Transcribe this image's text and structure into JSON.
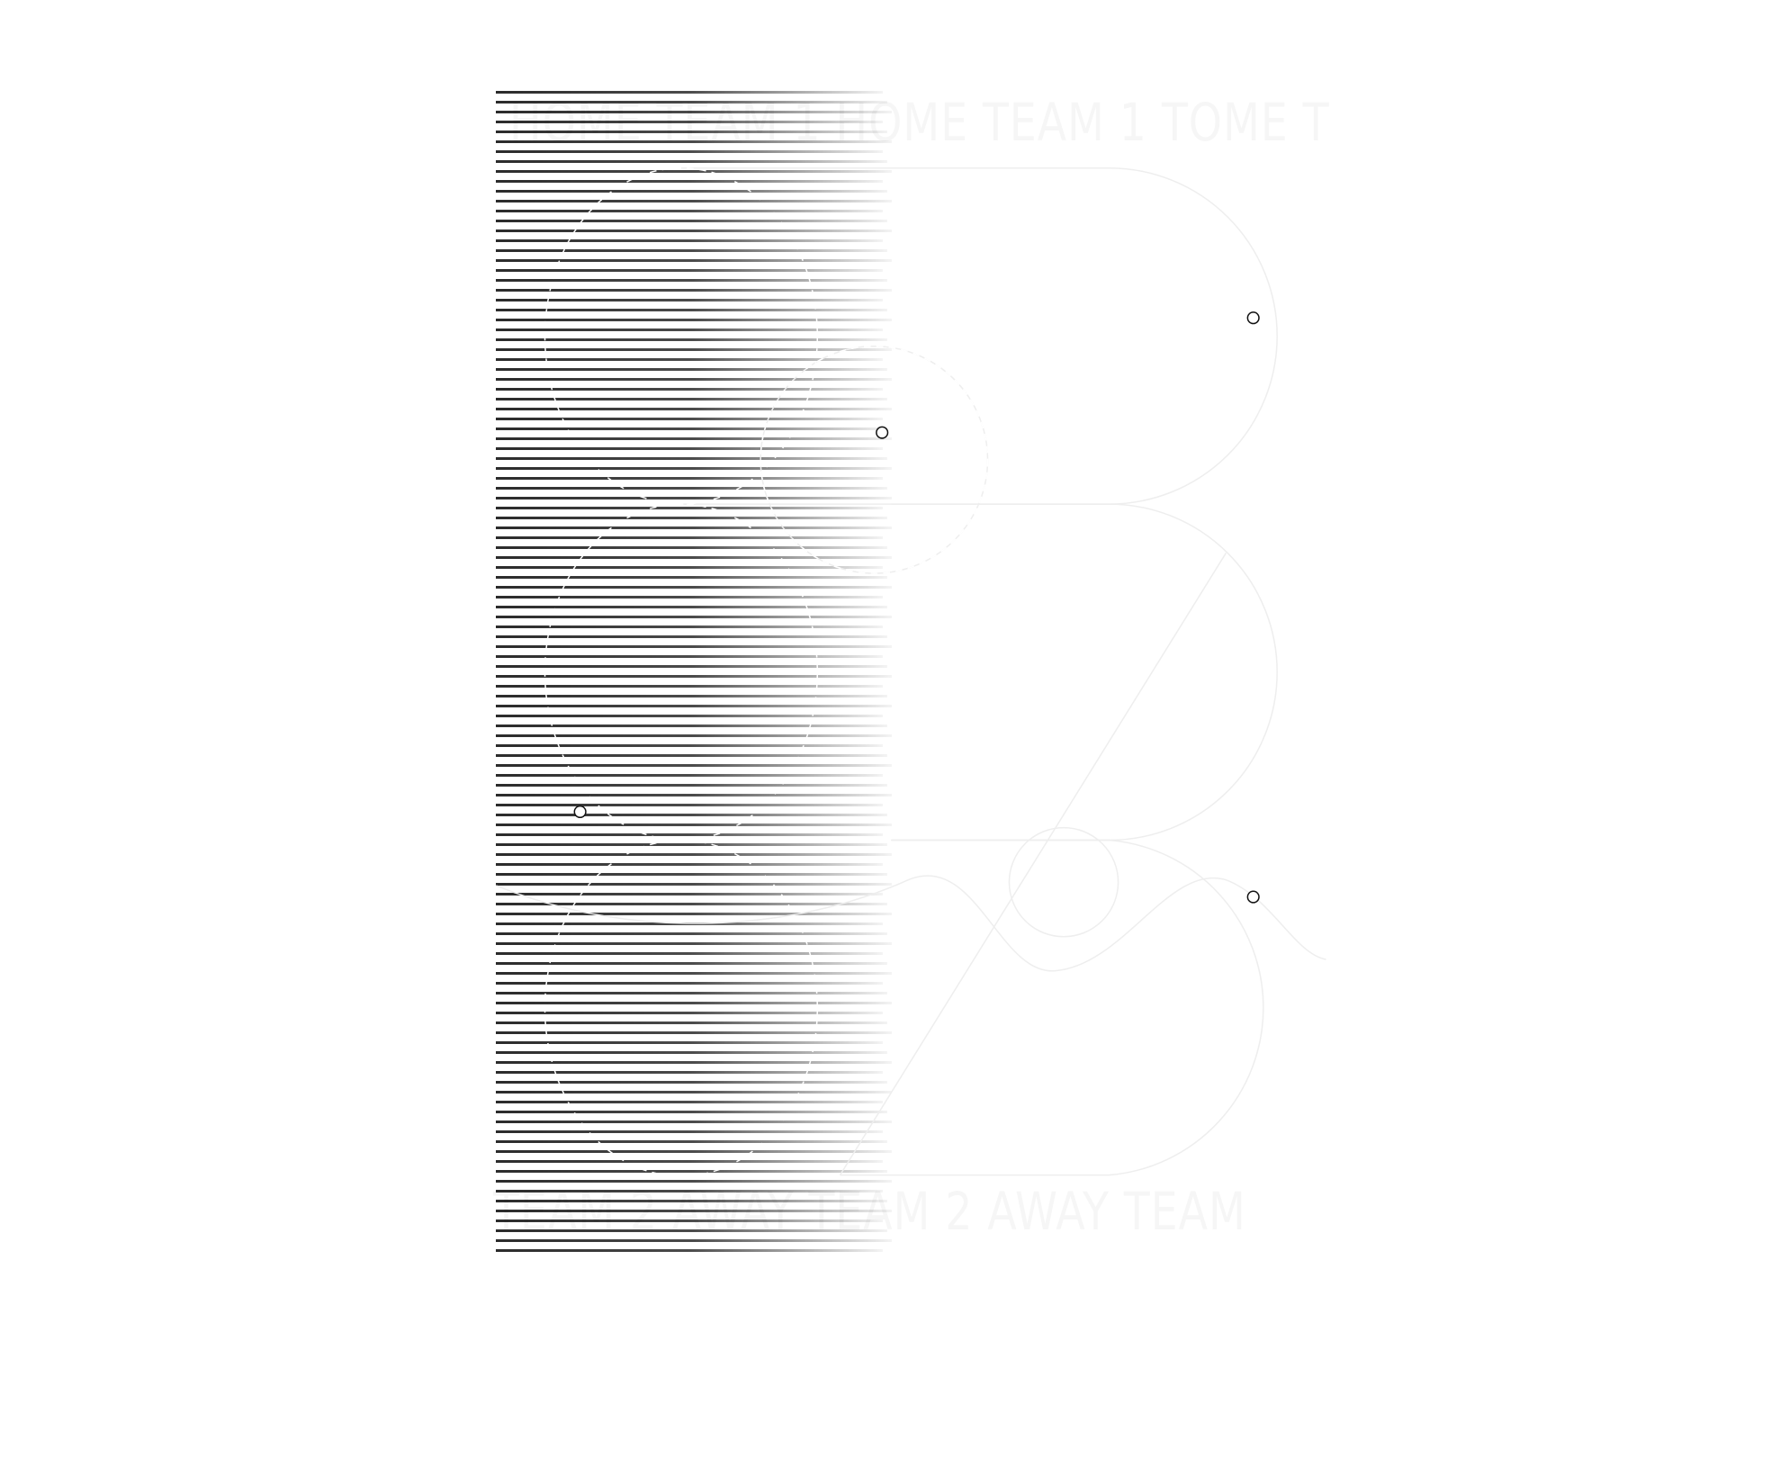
{
  "watermark": {
    "top_text": "HOME TEAM 1 HOME TEAM 1 TOME T",
    "bottom_text": "TEAM 2 AWAY TEAM 2 AWAY TEAM"
  },
  "style": {
    "stripe_color": "#2b2b2b",
    "outline_color": "#eeeeee",
    "marker_color": "#111111"
  },
  "stripes": {
    "count": 118
  }
}
